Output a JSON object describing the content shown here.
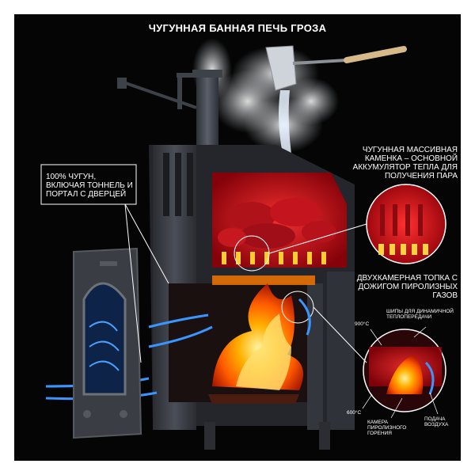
{
  "title": "ЧУГУННАЯ БАННАЯ ПЕЧЬ ГРОЗА",
  "labels": {
    "cast_iron": "100% ЧУГУН, ВКЛЮЧАЯ ТОННЕЛЬ И ПОРТАЛ С ДВЕРЦЕЙ",
    "stone_box": "ЧУГУННАЯ МАССИВНАЯ КАМЕНКА – ОСНОВНОЙ АККУМУЛЯТОР ТЕПЛА ДЛЯ ПОЛУЧЕНИЯ ПАРА",
    "firebox": "ДВУХКАМЕРНАЯ ТОПКА С ДОЖИГОМ ПИРОЛИЗНЫХ ГАЗОВ",
    "spikes": "ШИПЫ ДЛЯ ДИНАМИЧНОЙ ТЕПЛОПЕРЕДАЧИ",
    "temp_high": "900°С",
    "temp_low": "600°С",
    "pyrolysis": "КАМЕРА ПИРОЛИЗНОГО ГОРЕНИЯ",
    "air_supply": "ПОДАЧА ВОЗДУХА"
  },
  "colors": {
    "background": "#050505",
    "metal": "#3a3d44",
    "fire": "#ff6a00",
    "heat_red": "#e0141a",
    "air_blue": "#2f8cff"
  }
}
